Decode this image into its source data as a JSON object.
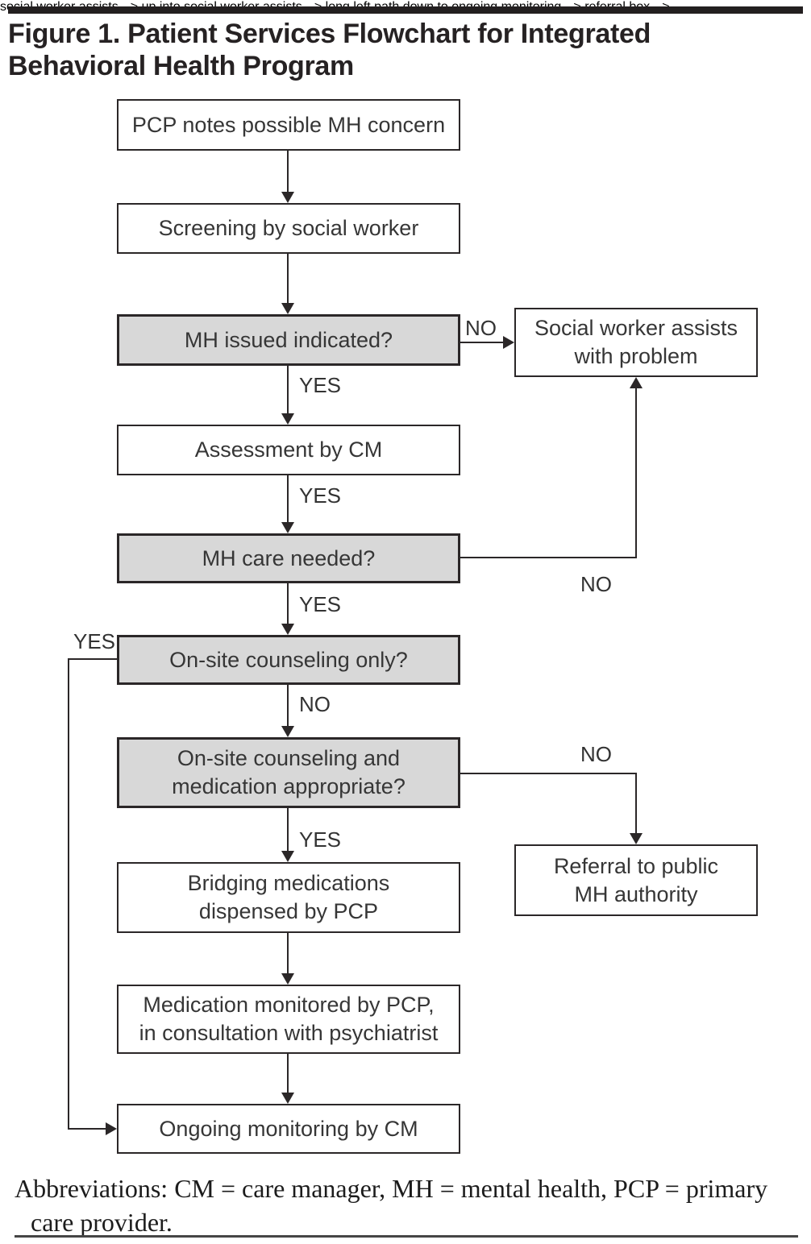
{
  "figure": {
    "title": "Figure 1. Patient Services Flowchart for Integrated\nBehavioral Health Program",
    "footnote": "Abbreviations: CM = care manager, MH = mental health, PCP = primary\ncare provider."
  },
  "nodes": {
    "pcp_concern": "PCP notes possible MH concern",
    "screening": "Screening by social worker",
    "mh_issue_indicated": "MH issued indicated?",
    "assessment_cm": "Assessment by CM",
    "mh_care_needed": "MH care needed?",
    "onsite_counseling_only": "On-site counseling only?",
    "onsite_counseling_medication": "On-site counseling and\nmedication appropriate?",
    "bridging_medications": "Bridging medications\ndispensed by PCP",
    "medication_monitored": "Medication monitored by PCP,\nin consultation with psychiatrist",
    "ongoing_monitoring": "Ongoing monitoring by CM",
    "social_worker_assists": "Social worker assists\nwith problem",
    "referral_public_mh": "Referral to public\nMH authority"
  },
  "edge_labels": {
    "mh_issue_no": "NO",
    "mh_issue_yes": "YES",
    "assessment_yes": "YES",
    "mh_care_yes": "YES",
    "mh_care_no": "NO",
    "counseling_only_yes": "YES",
    "counseling_only_no": "NO",
    "counseling_med_yes": "YES",
    "counseling_med_no": "NO"
  },
  "colors": {
    "decision_box_fill": "#d8d8d8",
    "process_box_fill": "#ffffff",
    "line": "#2b2728",
    "box_text": "#363636",
    "top_rule": "#231f20"
  }
}
